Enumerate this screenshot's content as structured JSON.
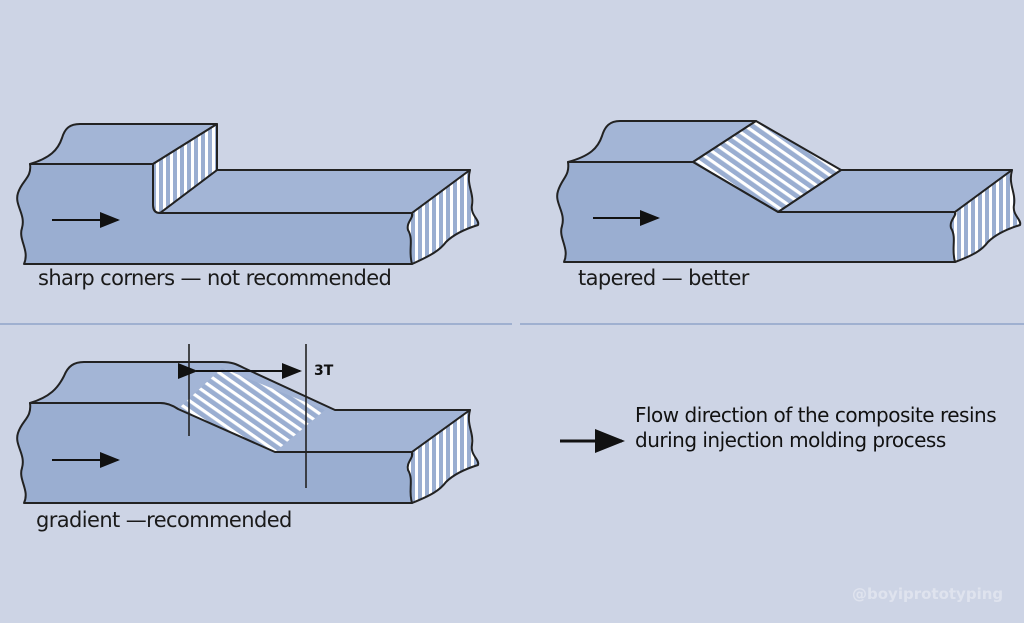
{
  "colors": {
    "background": "#cdd4e5",
    "body": "#9aaed1",
    "top": "#a3b5d6",
    "outline": "#222222",
    "hatch": "#ffffff"
  },
  "panels": [
    {
      "id": "sharp",
      "label": "sharp corners — not recommended"
    },
    {
      "id": "tapered",
      "label": "tapered — better"
    },
    {
      "id": "gradient",
      "label": "gradient —recommended",
      "dimension_label": "3T"
    }
  ],
  "legend": {
    "icon": "arrow-right-icon",
    "text": "Flow direction of the composite resins during injection molding process"
  },
  "watermark": "@boyiprototyping"
}
